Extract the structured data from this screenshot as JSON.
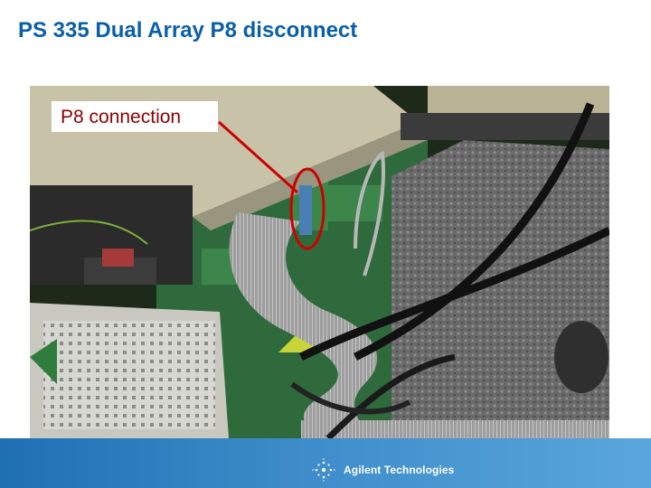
{
  "slide": {
    "title": "PS 335 Dual Array P8 disconnect",
    "callout_label": "P8 connection",
    "footer_logo_text": "Agilent Technologies"
  },
  "colors": {
    "title": "#0a5fa8",
    "callout": "#cc0000",
    "footer": "#2a7bbf"
  },
  "icons": {
    "logo": "agilent-spark-icon"
  }
}
